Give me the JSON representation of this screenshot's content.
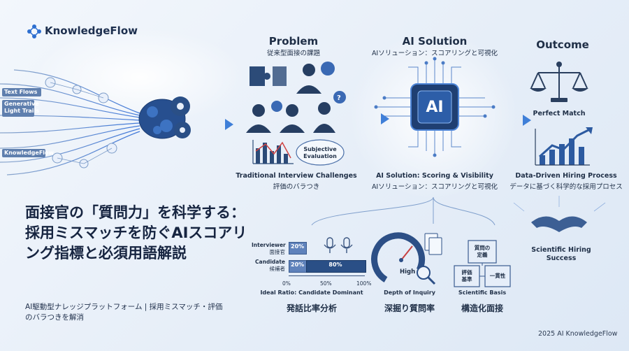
{
  "brand": {
    "name": "KnowledgeFlow"
  },
  "stream_labels": [
    "Text Flows",
    "Generative\nLight Trails",
    "KnowledgeFlow"
  ],
  "sections": {
    "problem": {
      "title": "Problem",
      "subtitle": "従来型面接の課題",
      "bubble": "Subjective\nEvaluation",
      "caption_en": "Traditional Interview Challenges",
      "caption_ja": "評価のバラつき"
    },
    "solution": {
      "title": "AI Solution",
      "subtitle": "AIソリューション：スコアリングと可視化",
      "chip": "AI",
      "caption_en": "AI Solution: Scoring & Visibility",
      "caption_ja": "AIソリューション：スコアリングと可視化"
    },
    "outcome": {
      "title": "Outcome",
      "label1": "Perfect Match",
      "label2_en": "Data-Driven Hiring Process",
      "label2_ja": "データに基づく科学的な採用プロセス",
      "label3": "Scientific Hiring\nSuccess"
    }
  },
  "headline": {
    "title": "面接官の「質問力」を科学する：採用ミスマッチを防ぐAIスコアリング指標と必須用語解説",
    "subtitle": "AI駆動型ナレッジプラットフォーム | 採用ミスマッチ・評価のバラつきを解消"
  },
  "metrics": {
    "ratio": {
      "label": "発話比率分析",
      "caption": "Ideal Ratio: Candidate Dominant",
      "rows": [
        {
          "name_en": "Interviewer",
          "name_ja": "面接官",
          "segments": [
            "20%"
          ]
        },
        {
          "name_en": "Candidate",
          "name_ja": "候補者",
          "segments": [
            "20%",
            "80%"
          ]
        }
      ],
      "axis": [
        "0%",
        "50%",
        "100%"
      ]
    },
    "depth": {
      "label": "深掘り質問率",
      "caption": "Depth of Inquiry",
      "gauge": "High"
    },
    "structure": {
      "label": "構造化面接",
      "caption": "Scientific Basis",
      "cubes": [
        "質問の\n定義",
        "評価\n基準",
        "一貫性"
      ]
    }
  },
  "footer": "2025 AI KnowledgeFlow"
}
